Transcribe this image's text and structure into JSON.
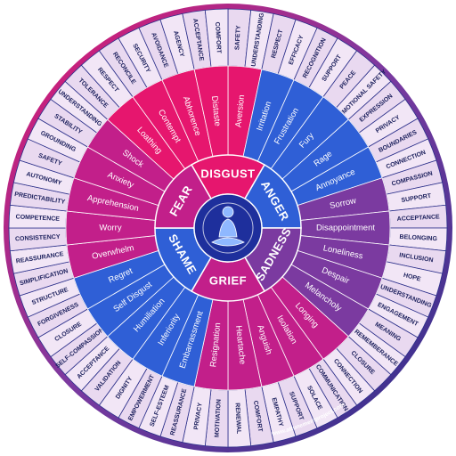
{
  "website": "www.attunementproject.com",
  "colors": {
    "outer_dark": "#2b2f8a",
    "pink": "#e6166e",
    "magenta": "#c21f8a",
    "purple": "#7b3aa0",
    "blue": "#2f5fd6",
    "navy": "#1e2f9c",
    "need_light": "#e9d9f0",
    "need_ink": "#1b1f5c"
  },
  "core_emotions": [
    {
      "name": "DISGUST",
      "color": "#e6166e"
    },
    {
      "name": "ANGER",
      "color": "#2f5fd6"
    },
    {
      "name": "SADNESS",
      "color": "#7b3aa0"
    },
    {
      "name": "GRIEF",
      "color": "#c21f8a"
    },
    {
      "name": "SHAME",
      "color": "#2f5fd6"
    },
    {
      "name": "FEAR",
      "color": "#c21f8a"
    }
  ],
  "emotions": [
    {
      "label": "Aversion",
      "color": "#e6166e"
    },
    {
      "label": "Irritation",
      "color": "#2f5fd6"
    },
    {
      "label": "Frustration",
      "color": "#2f5fd6"
    },
    {
      "label": "Fury",
      "color": "#2f5fd6"
    },
    {
      "label": "Rage",
      "color": "#2f5fd6"
    },
    {
      "label": "Annoyance",
      "color": "#2f5fd6"
    },
    {
      "label": "Sorrow",
      "color": "#7b3aa0"
    },
    {
      "label": "Disappointment",
      "color": "#7b3aa0"
    },
    {
      "label": "Loneliness",
      "color": "#7b3aa0"
    },
    {
      "label": "Despair",
      "color": "#7b3aa0"
    },
    {
      "label": "Melancholy",
      "color": "#7b3aa0"
    },
    {
      "label": "Longing",
      "color": "#c21f8a"
    },
    {
      "label": "Isolation",
      "color": "#c21f8a"
    },
    {
      "label": "Anguish",
      "color": "#c21f8a"
    },
    {
      "label": "Heartache",
      "color": "#c21f8a"
    },
    {
      "label": "Resignation",
      "color": "#c21f8a"
    },
    {
      "label": "Embarrassment",
      "color": "#2f5fd6"
    },
    {
      "label": "Inferiority",
      "color": "#2f5fd6"
    },
    {
      "label": "Humiliation",
      "color": "#2f5fd6"
    },
    {
      "label": "Self Disgust",
      "color": "#2f5fd6"
    },
    {
      "label": "Regret",
      "color": "#2f5fd6"
    },
    {
      "label": "Overwhelm",
      "color": "#c21f8a"
    },
    {
      "label": "Worry",
      "color": "#c21f8a"
    },
    {
      "label": "Apprehension",
      "color": "#c21f8a"
    },
    {
      "label": "Anxiety",
      "color": "#c21f8a"
    },
    {
      "label": "Shock",
      "color": "#c21f8a"
    },
    {
      "label": "Loathing",
      "color": "#e6166e"
    },
    {
      "label": "Contempt",
      "color": "#e6166e"
    },
    {
      "label": "Abhorence",
      "color": "#e6166e"
    },
    {
      "label": "Distaste",
      "color": "#e6166e"
    }
  ],
  "needs": [
    "SAFETY",
    "UNDERSTANDING",
    "RESPECT",
    "EFFICACY",
    "RECOGNITION",
    "SUPPORT",
    "PEACE",
    "EMOTIONAL SAFETY",
    "EXPRESSION",
    "PRIVACY",
    "BOUNDARIES",
    "CONNECTION",
    "COMPASSION",
    "SUPPORT",
    "ACCEPTANCE",
    "BELONGING",
    "INCLUSION",
    "HOPE",
    "UNDERSTANDING",
    "ENGAGEMENT",
    "MEANING",
    "REMEMBERANCE",
    "CLOSURE",
    "CONNECTION",
    "COMMUNICATION",
    "SOLACE",
    "SUPPORT",
    "EMPATHY",
    "COMFORT",
    "RENEWAL",
    "MOTIVATION",
    "PRIVACY",
    "REASSURANCE",
    "SELF-ESTEEM",
    "EMPOWERMENT",
    "DIGNITY",
    "VALIDATION",
    "ACCEPTANCE",
    "SELF-COMPASSION",
    "CLOSURE",
    "FORGIVENESS",
    "STRUCTURE",
    "SIMPLIFICATION",
    "REASSURANCE",
    "CONSISTENCY",
    "COMPETENCE",
    "PREDICTABILITY",
    "AUTONOMY",
    "SAFETY",
    "GROUNDING",
    "STABILITY",
    "UNDERSTANDING",
    "TOLERANCE",
    "RESPECT",
    "RECONCILE",
    "SECURITY",
    "AVOIDANCE",
    "AGENCY",
    "ACCEPTANCE",
    "COMFORT"
  ]
}
